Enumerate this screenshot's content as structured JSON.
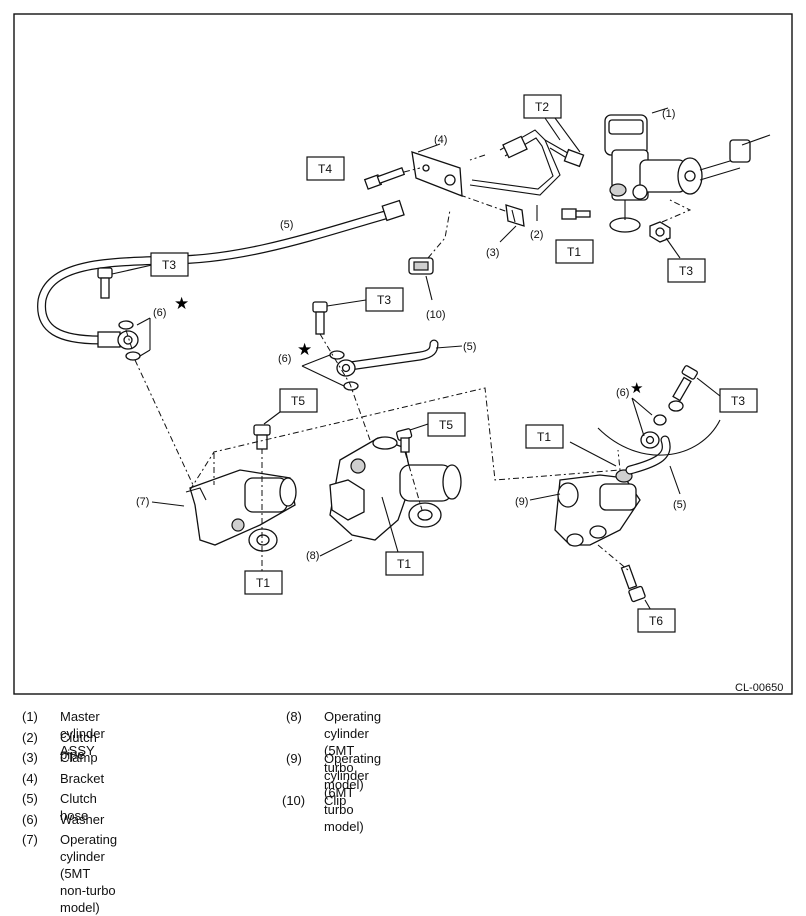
{
  "figure": {
    "code": "CL-00650",
    "callouts": [
      "(1)",
      "(2)",
      "(3)",
      "(4)",
      "(5)",
      "(6)",
      "(7)",
      "(8)",
      "(9)",
      "(10)"
    ],
    "torque_labels": [
      "T1",
      "T2",
      "T3",
      "T4",
      "T5",
      "T6"
    ],
    "star": "★"
  },
  "legend": [
    {
      "num": "(1)",
      "text": "Master cylinder ASSY"
    },
    {
      "num": "(2)",
      "text": "Clutch pipe"
    },
    {
      "num": "(3)",
      "text": "Clamp"
    },
    {
      "num": "(4)",
      "text": "Bracket"
    },
    {
      "num": "(5)",
      "text": "Clutch hose"
    },
    {
      "num": "(6)",
      "text": "Washer"
    },
    {
      "num": "(7)",
      "text": "Operating cylinder\n(5MT non-turbo model)"
    },
    {
      "num": "(8)",
      "text": "Operating cylinder\n(5MT turbo model)"
    },
    {
      "num": "(9)",
      "text": "Operating cylinder\n(6MT turbo model)"
    },
    {
      "num": "(10)",
      "text": "Clip"
    }
  ]
}
